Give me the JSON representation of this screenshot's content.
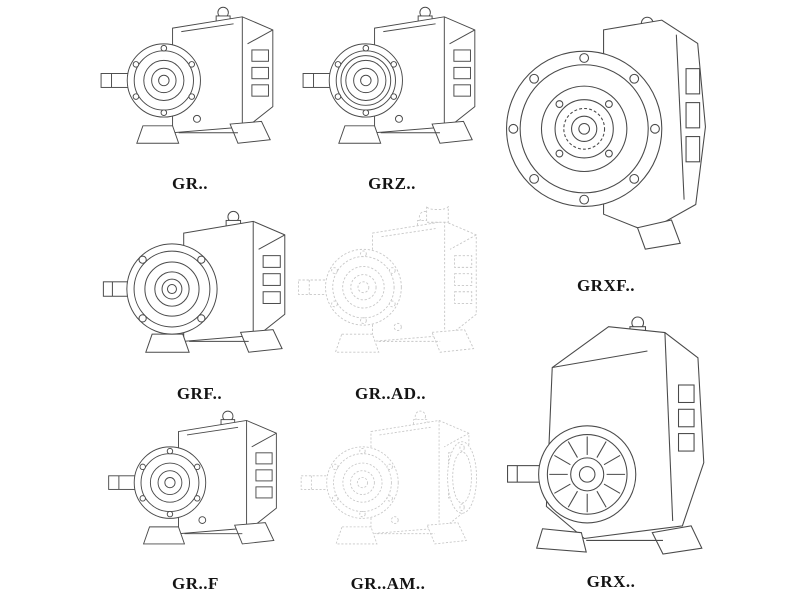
{
  "page": {
    "background_color": "#ffffff",
    "line_color": "#4a4a4a",
    "ghost_line_color": "#c7c7c7",
    "label_color": "#141414"
  },
  "figures": [
    {
      "id": "gr",
      "label": "GR.."
    },
    {
      "id": "grz",
      "label": "GRZ.."
    },
    {
      "id": "grxf",
      "label": "GRXF.."
    },
    {
      "id": "grf",
      "label": "GRF.."
    },
    {
      "id": "gr-ad",
      "label": "GR..AD.."
    },
    {
      "id": "gr-f",
      "label": "GR..F"
    },
    {
      "id": "gr-am",
      "label": "GR..AM.."
    },
    {
      "id": "grx",
      "label": "GRX.."
    }
  ]
}
